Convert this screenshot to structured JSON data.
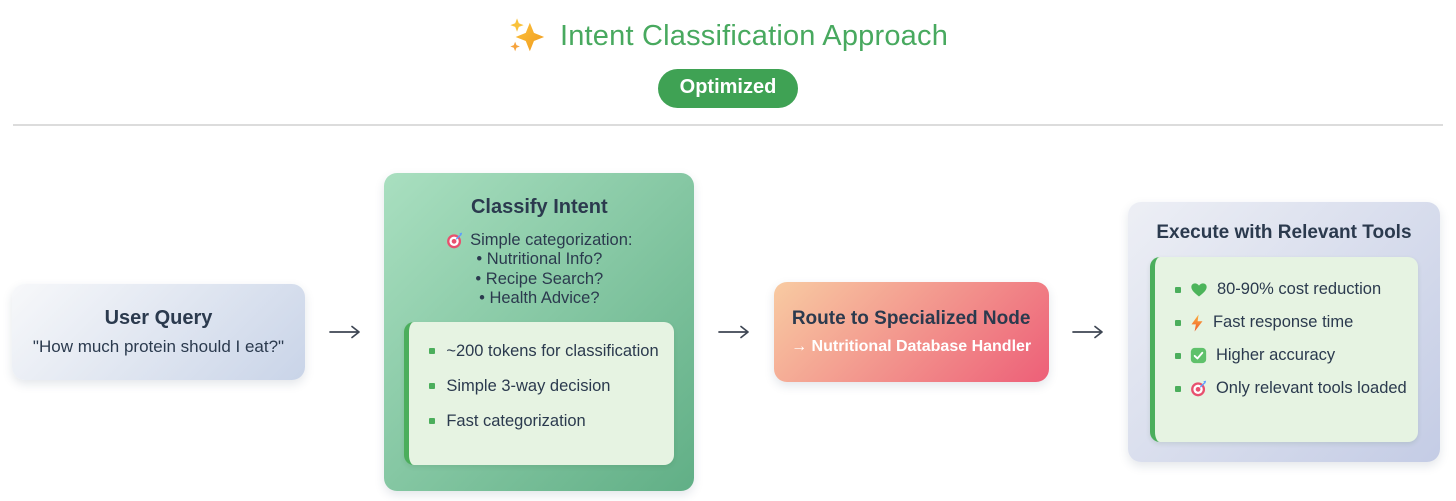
{
  "header": {
    "icon": "sparkles-icon",
    "title": "Intent Classification Approach",
    "badge_label": "Optimized"
  },
  "nodes": {
    "user_query": {
      "title": "User Query",
      "quote": "\"How much protein should I eat?\""
    },
    "classify_intent": {
      "title": "Classify Intent",
      "lead_icon": "target-icon",
      "lead": "Simple categorization:",
      "options": [
        "• Nutritional Info?",
        "• Recipe Search?",
        "• Health Advice?"
      ],
      "details": [
        "~200 tokens for classification",
        "Simple 3-way decision",
        "Fast categorization"
      ]
    },
    "route": {
      "title": "Route to Specialized Node",
      "subtitle": "→ Nutritional Database Handler"
    },
    "execute": {
      "title": "Execute with Relevant Tools",
      "benefits": [
        {
          "icon": "green-heart-icon",
          "text": "80-90% cost reduction"
        },
        {
          "icon": "lightning-icon",
          "text": "Fast response time"
        },
        {
          "icon": "check-icon",
          "text": "Higher accuracy"
        },
        {
          "icon": "target-icon",
          "text": "Only relevant tools loaded"
        }
      ]
    }
  },
  "colors": {
    "title_green": "#48A95F",
    "badge_green": "#3FA254",
    "text_dark": "#2B3A4E",
    "panel_green_bg": "#E6F3E2",
    "panel_border_green": "#4BAE5C",
    "classify_gradient": [
      "#A9DFC0",
      "#61AF86"
    ],
    "route_gradient": [
      "#F8CBA2",
      "#ED5F78"
    ],
    "user_gradient": [
      "#F7F8FA",
      "#C9D4E8"
    ],
    "execute_gradient": [
      "#EDEFF5",
      "#C4CCE5"
    ],
    "divider_gray": "#DCDCDC",
    "arrow_gray": "#3E4653"
  }
}
